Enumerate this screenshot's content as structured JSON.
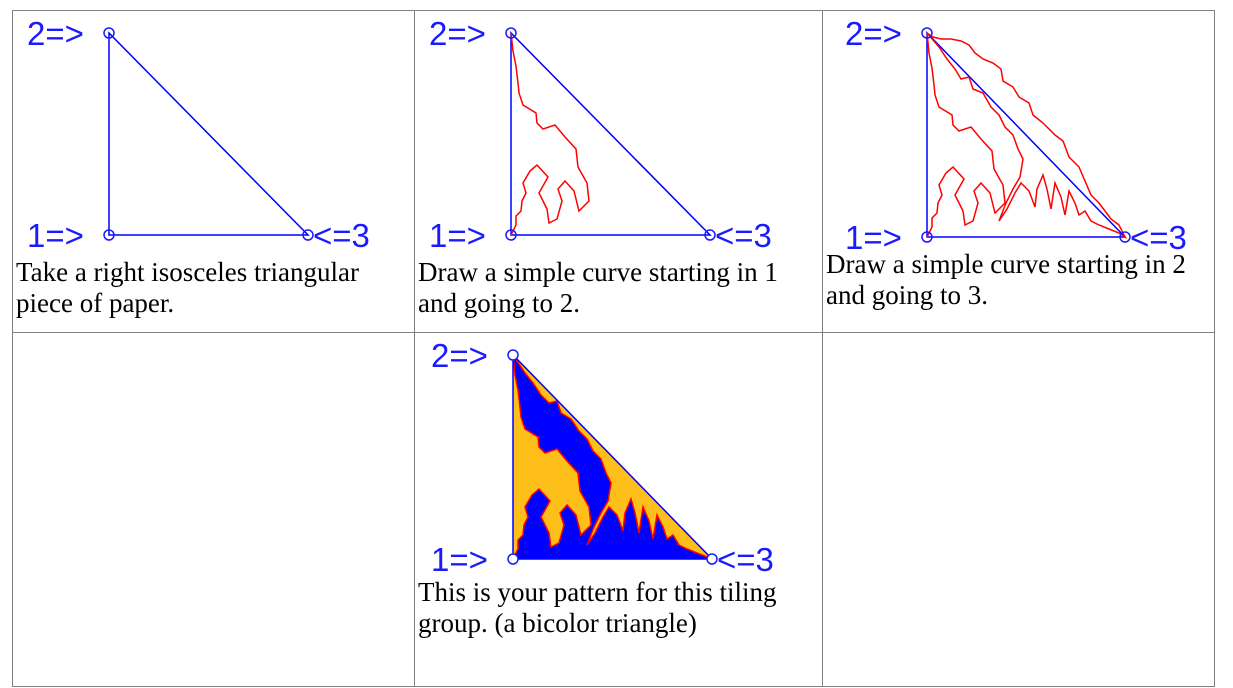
{
  "colors": {
    "label_blue": "#1a1aff",
    "triangle_blue": "#0000ff",
    "curve_red": "#ff0000",
    "fill_orange": "#ffbf1a",
    "fill_blue": "#0000ff",
    "grid_gray": "#808080"
  },
  "vertex_labels": {
    "v1": "1=>",
    "v2": "2=>",
    "v3": "<=3"
  },
  "cells": [
    {
      "caption": "Take a right isosceles triangular piece of paper."
    },
    {
      "caption": "Draw a simple curve starting in 1 and going to 2."
    },
    {
      "caption": "Draw a simple curve starting in 2 and going to 3."
    },
    {
      "caption": ""
    },
    {
      "caption": "This is your pattern for this tiling group. (a bicolor triangle)"
    },
    {
      "caption": ""
    }
  ]
}
